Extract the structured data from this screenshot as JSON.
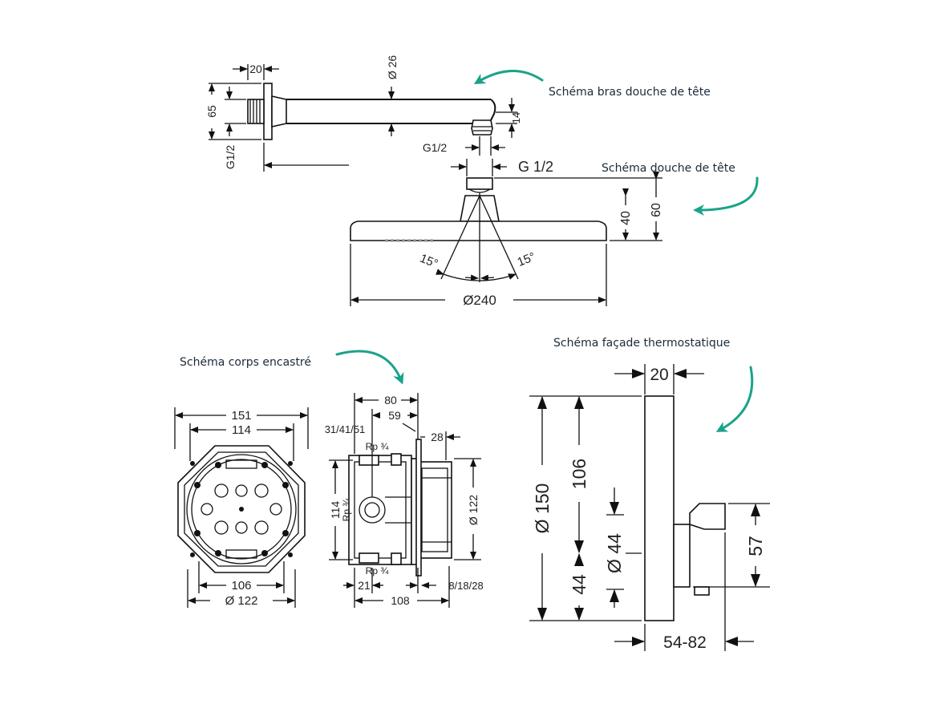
{
  "captions": {
    "arm": "Schéma bras douche de tête",
    "head": "Schéma douche de tête",
    "body": "Schéma corps encastré",
    "facade": "Schéma façade thermostatique"
  },
  "arm_dims": {
    "d20": "20",
    "d26": "Ø 26",
    "d65": "65",
    "d14": "14",
    "g12_left": "G1/2",
    "g12_bottom": "G1/2"
  },
  "head_dims": {
    "g12": "G  1/2",
    "d40": "40",
    "d60": "60",
    "a15l": "15°",
    "a15r": "15°",
    "d240": "Ø240"
  },
  "body_dims": {
    "d151": "151",
    "d114top": "114",
    "d106": "106",
    "d122bot": "Ø 122",
    "d80": "80",
    "d59": "59",
    "d31": "31/41/51",
    "d28": "28",
    "rp_top": "Rp ¾",
    "rp_side": "Rp ¾",
    "rp_bot": "Rp ¾",
    "d114side": "114",
    "d122side": "Ø 122",
    "d21": "21",
    "d108": "108",
    "d81828": "8/18/28"
  },
  "facade_dims": {
    "d20": "20",
    "d150": "Ø 150",
    "d106": "106",
    "d44a": "Ø 44",
    "d44b": "44",
    "d57": "57",
    "d5482": "54-82"
  }
}
